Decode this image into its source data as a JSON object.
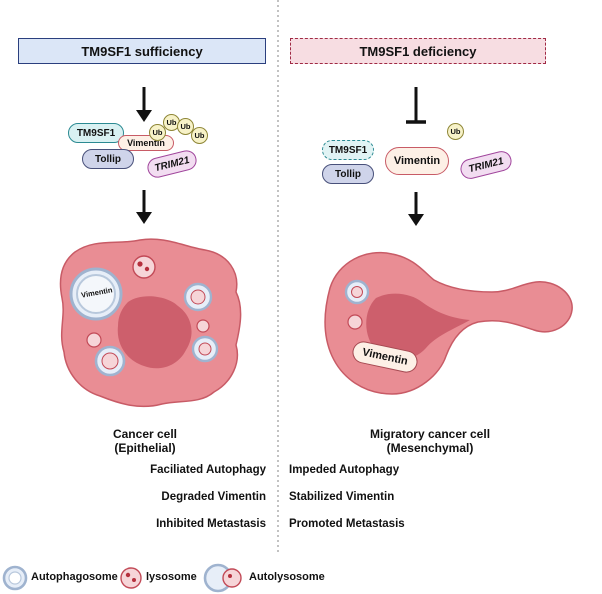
{
  "left_panel": {
    "title": "TM9SF1 sufficiency",
    "proteins": {
      "tm9sf1": "TM9SF1",
      "vimentin": "Vimentin",
      "tollip": "Tollip",
      "trim21": "TRIM21"
    },
    "ub_labels": [
      "Ub",
      "Ub",
      "Ub",
      "Ub"
    ],
    "cell_vimentin_label": "Vimentin",
    "cell_title_line1": "Cancer cell",
    "cell_title_line2": "(Epithelial)",
    "outcomes": [
      "Faciliated Autophagy",
      "Degraded Vimentin",
      "Inhibited Metastasis"
    ]
  },
  "right_panel": {
    "title": "TM9SF1 deficiency",
    "proteins": {
      "tm9sf1": "TM9SF1",
      "vimentin": "Vimentin",
      "tollip": "Tollip",
      "trim21": "TRIM21"
    },
    "ub_label": "Ub",
    "cell_vimentin_label": "Vimentin",
    "cell_title_line1": "Migratory cancer cell",
    "cell_title_line2": "(Mesenchymal)",
    "outcomes": [
      "Impeded Autophagy",
      "Stabilized Vimentin",
      "Promoted Metastasis"
    ]
  },
  "legend": {
    "autophagosome": "Autophagosome",
    "lysosome": "lysosome",
    "autolysosome": "Autolysosome"
  },
  "colors": {
    "cell_fill": "#e98d94",
    "cell_stroke": "#c85b66",
    "nucleus": "#cd5f6c",
    "left_header_bg": "#dbe6f7",
    "right_header_bg": "#f7dde2"
  }
}
